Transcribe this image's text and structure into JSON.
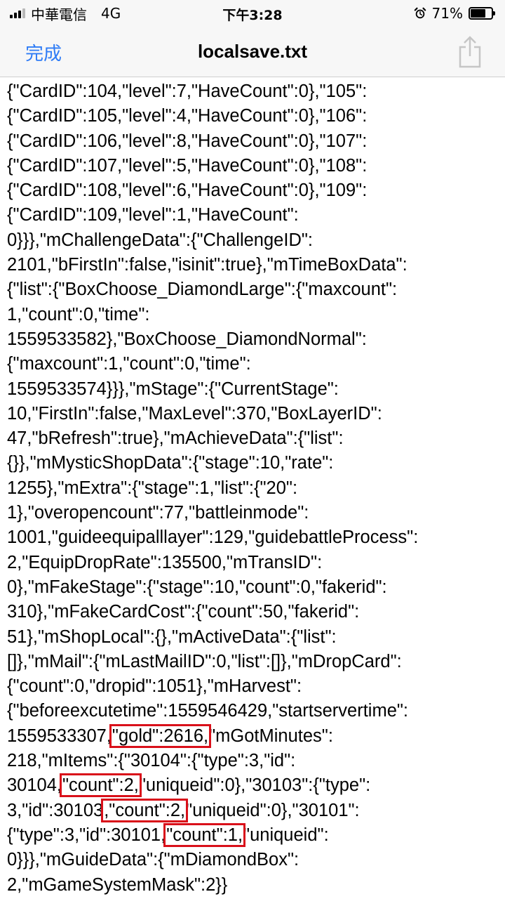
{
  "status_bar": {
    "carrier": "中華電信",
    "network": "4G",
    "time": "下午3:28",
    "battery_percent": "71%",
    "battery_level": 0.71,
    "signal_bars_active": 3,
    "signal_bars_total": 4
  },
  "nav": {
    "done_label": "完成",
    "title": "localsave.txt",
    "accent_color": "#2f7cf6"
  },
  "highlight_color": "#d9101a",
  "document": {
    "lines": [
      {
        "segments": [
          {
            "text": "{\"CardID\":104,\"level\":7,\"HaveCount\":0},\"105\":"
          }
        ]
      },
      {
        "segments": [
          {
            "text": "{\"CardID\":105,\"level\":4,\"HaveCount\":0},\"106\":"
          }
        ]
      },
      {
        "segments": [
          {
            "text": "{\"CardID\":106,\"level\":8,\"HaveCount\":0},\"107\":"
          }
        ]
      },
      {
        "segments": [
          {
            "text": "{\"CardID\":107,\"level\":5,\"HaveCount\":0},\"108\":"
          }
        ]
      },
      {
        "segments": [
          {
            "text": "{\"CardID\":108,\"level\":6,\"HaveCount\":0},\"109\":"
          }
        ]
      },
      {
        "segments": [
          {
            "text": "{\"CardID\":109,\"level\":1,\"HaveCount\":"
          }
        ]
      },
      {
        "segments": [
          {
            "text": "0}}},\"mChallengeData\":{\"ChallengeID\":"
          }
        ]
      },
      {
        "segments": [
          {
            "text": "2101,\"bFirstIn\":false,\"isinit\":true},\"mTimeBoxData\":"
          }
        ]
      },
      {
        "segments": [
          {
            "text": "{\"list\":{\"BoxChoose_DiamondLarge\":{\"maxcount\":"
          }
        ]
      },
      {
        "segments": [
          {
            "text": "1,\"count\":0,\"time\":"
          }
        ]
      },
      {
        "segments": [
          {
            "text": "1559533582},\"BoxChoose_DiamondNormal\":"
          }
        ]
      },
      {
        "segments": [
          {
            "text": "{\"maxcount\":1,\"count\":0,\"time\":"
          }
        ]
      },
      {
        "segments": [
          {
            "text": "1559533574}}},\"mStage\":{\"CurrentStage\":"
          }
        ]
      },
      {
        "segments": [
          {
            "text": "10,\"FirstIn\":false,\"MaxLevel\":370,\"BoxLayerID\":"
          }
        ]
      },
      {
        "segments": [
          {
            "text": "47,\"bRefresh\":true},\"mAchieveData\":{\"list\":"
          }
        ]
      },
      {
        "segments": [
          {
            "text": "{}},\"mMysticShopData\":{\"stage\":10,\"rate\":"
          }
        ]
      },
      {
        "segments": [
          {
            "text": "1255},\"mExtra\":{\"stage\":1,\"list\":{\"20\":"
          }
        ]
      },
      {
        "segments": [
          {
            "text": "1},\"overopencount\":77,\"battleinmode\":"
          }
        ]
      },
      {
        "segments": [
          {
            "text": "1001,\"guideequipalllayer\":129,\"guidebattleProcess\":"
          }
        ]
      },
      {
        "segments": [
          {
            "text": "2,\"EquipDropRate\":135500,\"mTransID\":"
          }
        ]
      },
      {
        "segments": [
          {
            "text": "0},\"mFakeStage\":{\"stage\":10,\"count\":0,\"fakerid\":"
          }
        ]
      },
      {
        "segments": [
          {
            "text": "310},\"mFakeCardCost\":{\"count\":50,\"fakerid\":"
          }
        ]
      },
      {
        "segments": [
          {
            "text": "51},\"mShopLocal\":{},\"mActiveData\":{\"list\":"
          }
        ]
      },
      {
        "segments": [
          {
            "text": "[]},\"mMail\":{\"mLastMailID\":0,\"list\":[]},\"mDropCard\":"
          }
        ]
      },
      {
        "segments": [
          {
            "text": "{\"count\":0,\"dropid\":1051},\"mHarvest\":"
          }
        ]
      },
      {
        "segments": [
          {
            "text": "{\"beforeexcutetime\":1559546429,\"startservertime\":"
          }
        ]
      },
      {
        "segments": [
          {
            "text": "1559533307,"
          },
          {
            "text": "\"gold\":2616,",
            "highlight": true
          },
          {
            "text": "\"mGotMinutes\":"
          }
        ]
      },
      {
        "segments": [
          {
            "text": "218,\"mItems\":{\"30104\":{\"type\":3,\"id\":"
          }
        ]
      },
      {
        "segments": [
          {
            "text": "30104,"
          },
          {
            "text": "\"count\":2,",
            "highlight": true
          },
          {
            "text": "\"uniqueid\":0},\"30103\":{\"type\":"
          }
        ]
      },
      {
        "segments": [
          {
            "text": "3,\"id\":30103"
          },
          {
            "text": ",\"count\":2,",
            "highlight": true
          },
          {
            "text": "\"uniqueid\":0},\"30101\":"
          }
        ]
      },
      {
        "segments": [
          {
            "text": "{\"type\":3,\"id\":30101,"
          },
          {
            "text": "\"count\":1,",
            "highlight": true
          },
          {
            "text": "\"uniqueid\":"
          }
        ]
      },
      {
        "segments": [
          {
            "text": "0}}},\"mGuideData\":{\"mDiamondBox\":"
          }
        ]
      },
      {
        "segments": [
          {
            "text": "2,\"mGameSystemMask\":2}}"
          }
        ]
      }
    ]
  }
}
